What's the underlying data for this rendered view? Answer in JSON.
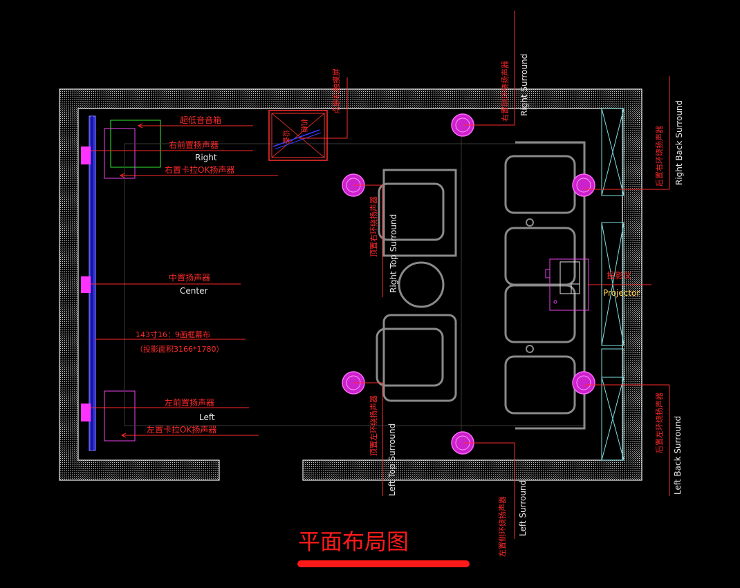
{
  "title": "平面布局图",
  "labels": {
    "subwoofer": "超低音音箱",
    "right_front": "右前置扬声器",
    "right_front_en": "Right",
    "right_karaoke": "右置卡拉OK扬声器",
    "center": "中置扬声器",
    "center_en": "Center",
    "screen": "143寸16：9画框幕布",
    "screen_size": "（投影面积3166*1780）",
    "left_front": "左前置扬声器",
    "left_front_en": "Left",
    "left_karaoke": "左置卡拉OK扬声器",
    "equipment_cabinet": "点歌机触摸屏",
    "cabinet_text_1": "设备",
    "cabinet_text_2": "机柜",
    "right_top_surround_cn": "顶置右环绕扬声器",
    "right_top_surround_en": "Right Top Surround",
    "left_top_surround_cn": "顶置左环绕扬声器",
    "left_top_surround_en": "Left Top Surround",
    "right_surround_cn": "右置侧环绕扬声器",
    "right_surround_en": "Right Surround",
    "left_surround_cn": "左置侧环绕扬声器",
    "left_surround_en": "Left Surround",
    "right_back_cn": "后置右环绕扬声器",
    "right_back_en": "Right Back Surround",
    "left_back_cn": "后置左环绕扬声器",
    "left_back_en": "Left Back Surround",
    "projector_cn": "投影仪",
    "projector_en": "Projector"
  },
  "colors": {
    "wall": "#e6e6e6",
    "leader": "#ff2a2a",
    "speaker": "#ff33ff",
    "sofa": "#8a8a8a",
    "cabinet": "#ff3030",
    "cyan": "#7fe0e0",
    "screen": "#3a3aff"
  }
}
